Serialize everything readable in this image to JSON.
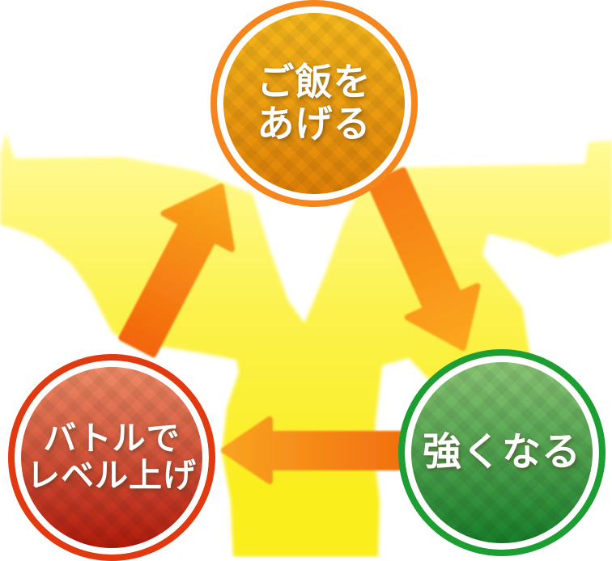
{
  "diagram": {
    "type": "cycle",
    "nodes": [
      {
        "id": "feed",
        "lines": [
          "ご飯を",
          "あげる"
        ],
        "ring_color": "#F5861D",
        "fill_top": "#F7BB1C",
        "fill_bottom": "#E07F06",
        "text_color": "#FFFFFF"
      },
      {
        "id": "get-stronger",
        "lines": [
          "強くなる"
        ],
        "ring_color": "#1D9E32",
        "fill_top": "#8FC878",
        "fill_bottom": "#137D27",
        "text_color": "#FFFFFF"
      },
      {
        "id": "battle-level-up",
        "lines": [
          "バトルで",
          "レベル上げ"
        ],
        "ring_color": "#E13A10",
        "fill_top": "#F2906A",
        "fill_bottom": "#B01608",
        "text_color": "#FFFFFF"
      }
    ],
    "arrows": [
      {
        "id": "feed-to-stronger",
        "from": "feed",
        "to": "get-stronger",
        "direction": "down-right",
        "tail_color": "#F57B12",
        "head_color": "#FBA71E"
      },
      {
        "id": "stronger-to-battle",
        "from": "get-stronger",
        "to": "battle-level-up",
        "direction": "left",
        "tail_color": "#F26F0F",
        "head_color": "#F9A321"
      },
      {
        "id": "battle-to-feed",
        "from": "battle-level-up",
        "to": "feed",
        "direction": "up-right",
        "tail_color": "#F3660D",
        "head_color": "#F9A71C"
      }
    ],
    "background": {
      "burst_top_color": "#FFFB9E",
      "burst_mid_color": "#FCF24B",
      "burst_bottom_color": "#FAEE1E",
      "page_color": "#FFFFFF"
    }
  }
}
